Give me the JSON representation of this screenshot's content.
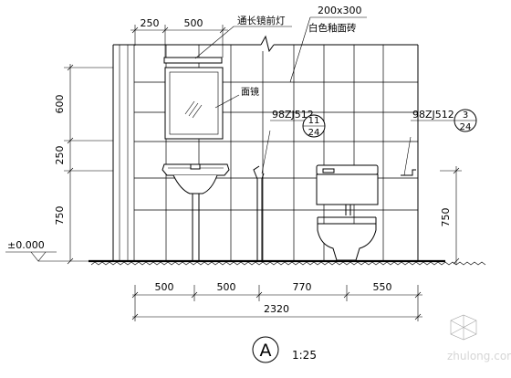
{
  "annotations": {
    "mirror_light": "通长镜前灯",
    "tile_size": "200x300",
    "tile_material": "白色釉面砖",
    "mirror": "面镜",
    "ref_left_code": "98ZJ512",
    "ref_left_num": "11",
    "ref_left_sheet": "24",
    "ref_right_code": "98ZJ512",
    "ref_right_num": "3",
    "ref_right_sheet": "24"
  },
  "dims_top": [
    "250",
    "500"
  ],
  "dims_left": [
    "600",
    "250",
    "750"
  ],
  "dim_right": "750",
  "level": "±0.000",
  "dims_bottom": [
    "500",
    "500",
    "770",
    "550"
  ],
  "dim_total": "2320",
  "section": {
    "letter": "A",
    "scale": "1:25"
  },
  "watermark": "zhulong.com"
}
